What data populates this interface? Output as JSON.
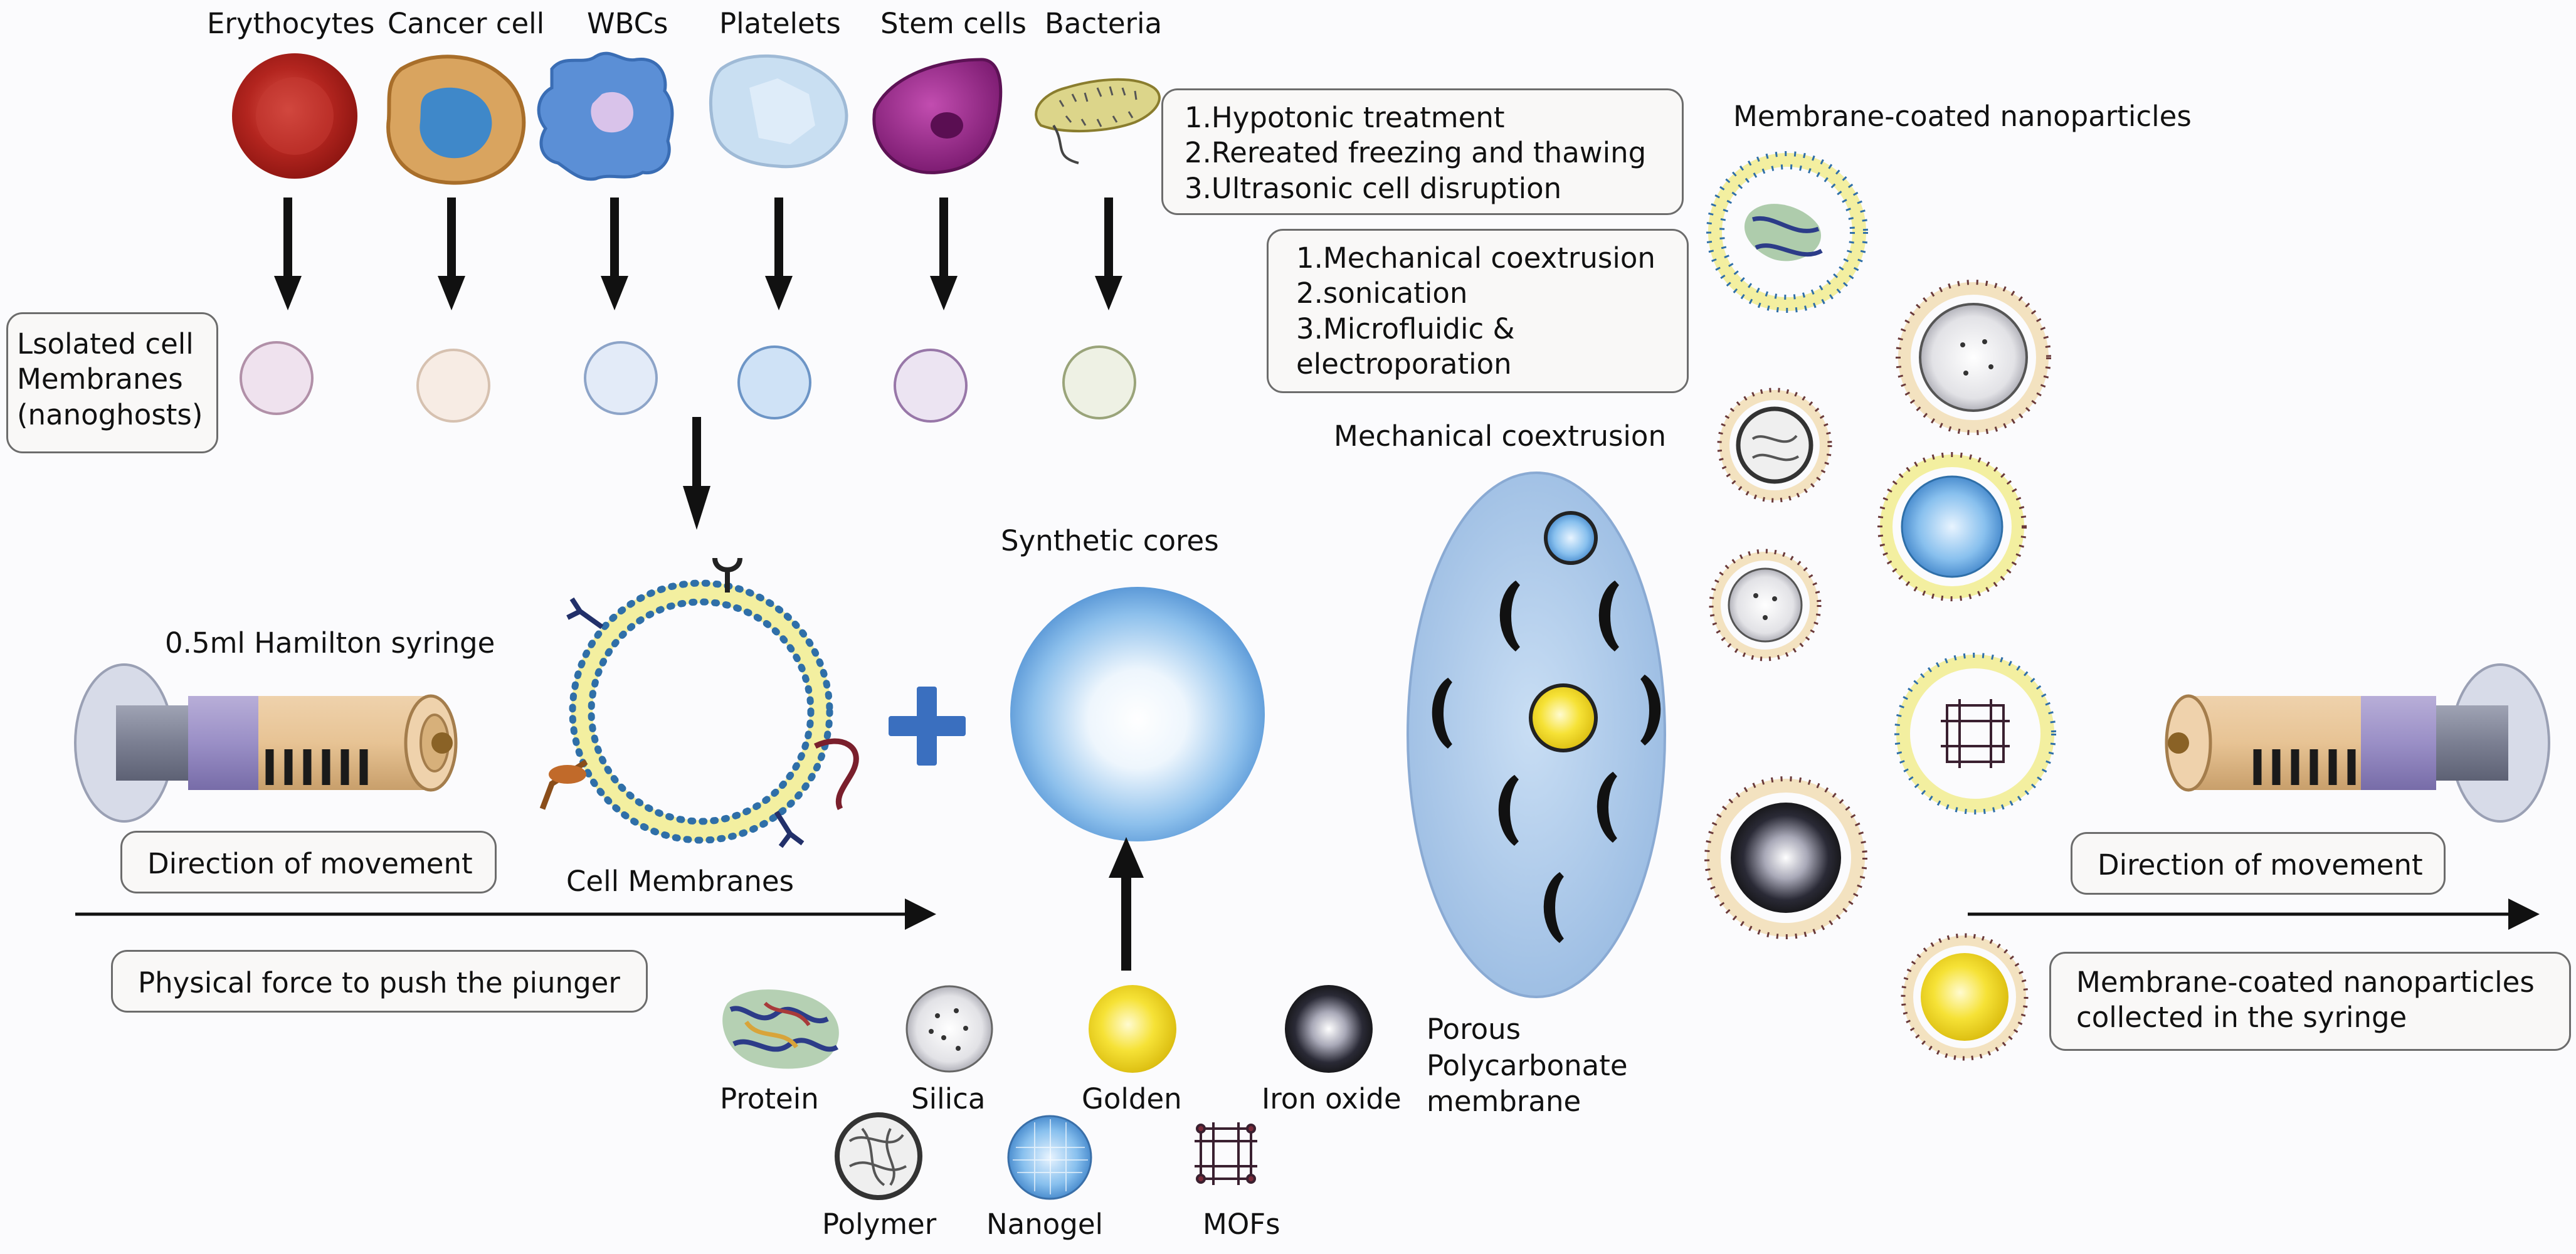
{
  "cell_sources": {
    "labels": [
      "Erythocytes",
      "Cancer cell",
      "WBCs",
      "Platelets",
      "Stem cells",
      "Bacteria"
    ]
  },
  "isolated_membranes": {
    "lines": [
      "Lsolated cell",
      "Membranes",
      "(nanoghosts)"
    ]
  },
  "disruption_methods": {
    "lines": [
      "1.Hypotonic treatment",
      "2.Rereated freezing and thawing",
      "3.Ultrasonic cell disruption"
    ]
  },
  "coating_methods": {
    "lines": [
      "1.Mechanical coextrusion",
      "2.sonication",
      "3.Microfluidic &",
      "electroporation"
    ]
  },
  "titles": {
    "membrane_coated": "Membrane-coated nanoparticles",
    "mechanical_coextrusion": "Mechanical coextrusion",
    "synthetic_cores": "Synthetic cores",
    "syringe": "0.5ml Hamilton syringe",
    "cell_membranes": "Cell Membranes"
  },
  "left_syringe": {
    "direction": "Direction of movement",
    "force": "Physical force to push the piunger"
  },
  "right_syringe": {
    "direction": "Direction of movement",
    "collected_lines": [
      "Membrane-coated nanoparticles",
      "collected in the syringe"
    ]
  },
  "core_materials": [
    "Protein",
    "Silica",
    "Golden",
    "Iron oxide",
    "Polymer",
    "Nanogel",
    "MOFs"
  ],
  "membrane_label_lines": [
    "Porous",
    "Polycarbonate",
    "membrane"
  ],
  "colors": {
    "erythrocyte": "#c0322c",
    "cancer": "#d9a45f",
    "wbc": "#5b8fd6",
    "platelet": "#c9dff2",
    "stem": "#9b2f8d",
    "bacteria": "#dcd58a",
    "core_blue": "#6aa9e0",
    "plus_blue": "#3a6fbf",
    "gold": "#f0d21a",
    "disc": "#a8c8ea"
  }
}
